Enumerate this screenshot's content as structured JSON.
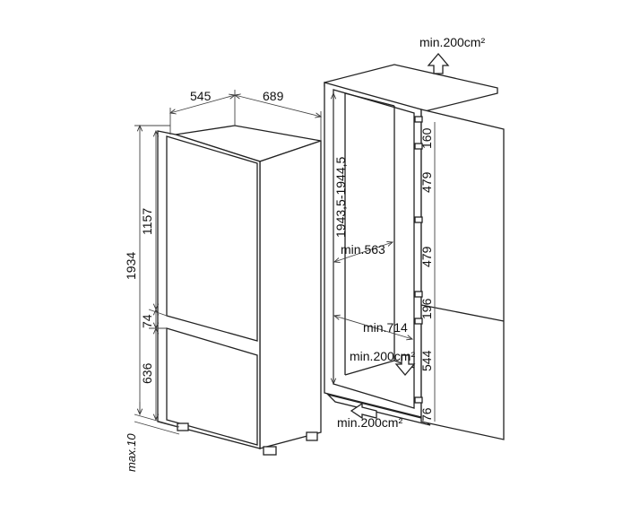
{
  "appliance": {
    "depth": "545",
    "width": "689",
    "height_total": "1934",
    "upper_door": "1157",
    "gap": "74",
    "lower_door": "636",
    "floor_gap": "max.10"
  },
  "niche": {
    "top_vent": "min.200cm²",
    "height": "1943,5-1944,5",
    "depth": "min.563",
    "width": "min.714",
    "inner_vent": "min.200cm²",
    "bottom_vent": "min.200cm²",
    "hinge_spacing": [
      "160",
      "479",
      "479",
      "196",
      "544",
      "76"
    ]
  }
}
